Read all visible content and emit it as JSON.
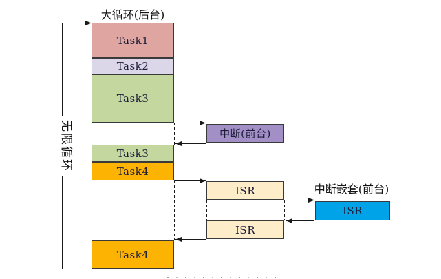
{
  "diagram": {
    "title": "大循环(后台)",
    "loop_label": "无限循环",
    "nested_interrupt_title": "中断嵌套(前台)",
    "background_tasks": {
      "task1": "Task1",
      "task2": "Task2",
      "task3": "Task3",
      "task3_resume": "Task3",
      "task4": "Task4",
      "task4_resume": "Task4"
    },
    "foreground": {
      "interrupt": "中断(前台)",
      "isr1": "ISR",
      "isr2": "ISR",
      "nested_isr": "ISR"
    },
    "colors": {
      "task1": "#dfa5a0",
      "task2": "#dcd6e9",
      "task3": "#c3d79f",
      "task4": "#fdb301",
      "interrupt": "#a18fc5",
      "isr": "#fdeec9",
      "nested_isr": "#00a3e8",
      "line": "#1a1a1a"
    }
  }
}
